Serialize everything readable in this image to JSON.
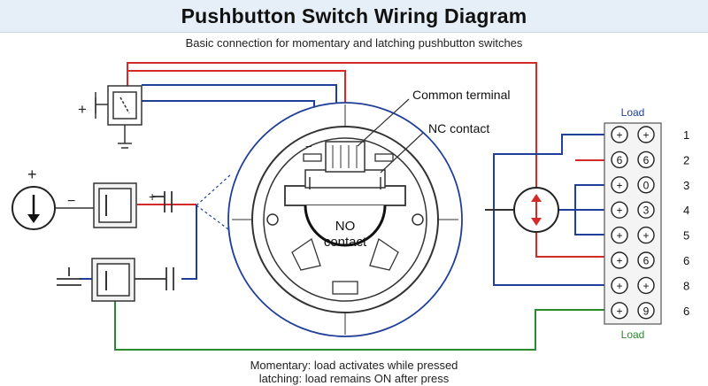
{
  "title": "Pushbutton Switch Wiring Diagram",
  "subtitle": "Basic connection for momentary and latching pushbutton switches",
  "labels": {
    "common_terminal": "Common terminal",
    "nc_contact": "NC contact",
    "no_contact_line1": "NO",
    "no_contact_line2": "contact",
    "load_top": "Load",
    "load_bottom": "Load"
  },
  "terminal_block": {
    "rows": [
      {
        "left": "+",
        "right": "+",
        "number": "1"
      },
      {
        "left": "6",
        "right": "6",
        "number": "2"
      },
      {
        "left": "+",
        "right": "0",
        "number": "3"
      },
      {
        "left": "+",
        "right": "3",
        "number": "4"
      },
      {
        "left": "+",
        "right": "+",
        "number": "5"
      },
      {
        "left": "+",
        "right": "6",
        "number": "6"
      },
      {
        "left": "+",
        "right": "+",
        "number": "8"
      },
      {
        "left": "+",
        "right": "9",
        "number": "6"
      }
    ]
  },
  "symbols": {
    "plus": "+",
    "minus": "−",
    "top_minus": "−"
  },
  "footer": {
    "line1": "Momentary: load activates while pressed",
    "line2": "latching: load remains ON after press"
  },
  "colors": {
    "red_wire": "#d42a2a",
    "blue_wire": "#1f3f9a",
    "green_wire": "#2a8a2e",
    "outline": "#333333",
    "header_bg": "#e6eef8"
  }
}
